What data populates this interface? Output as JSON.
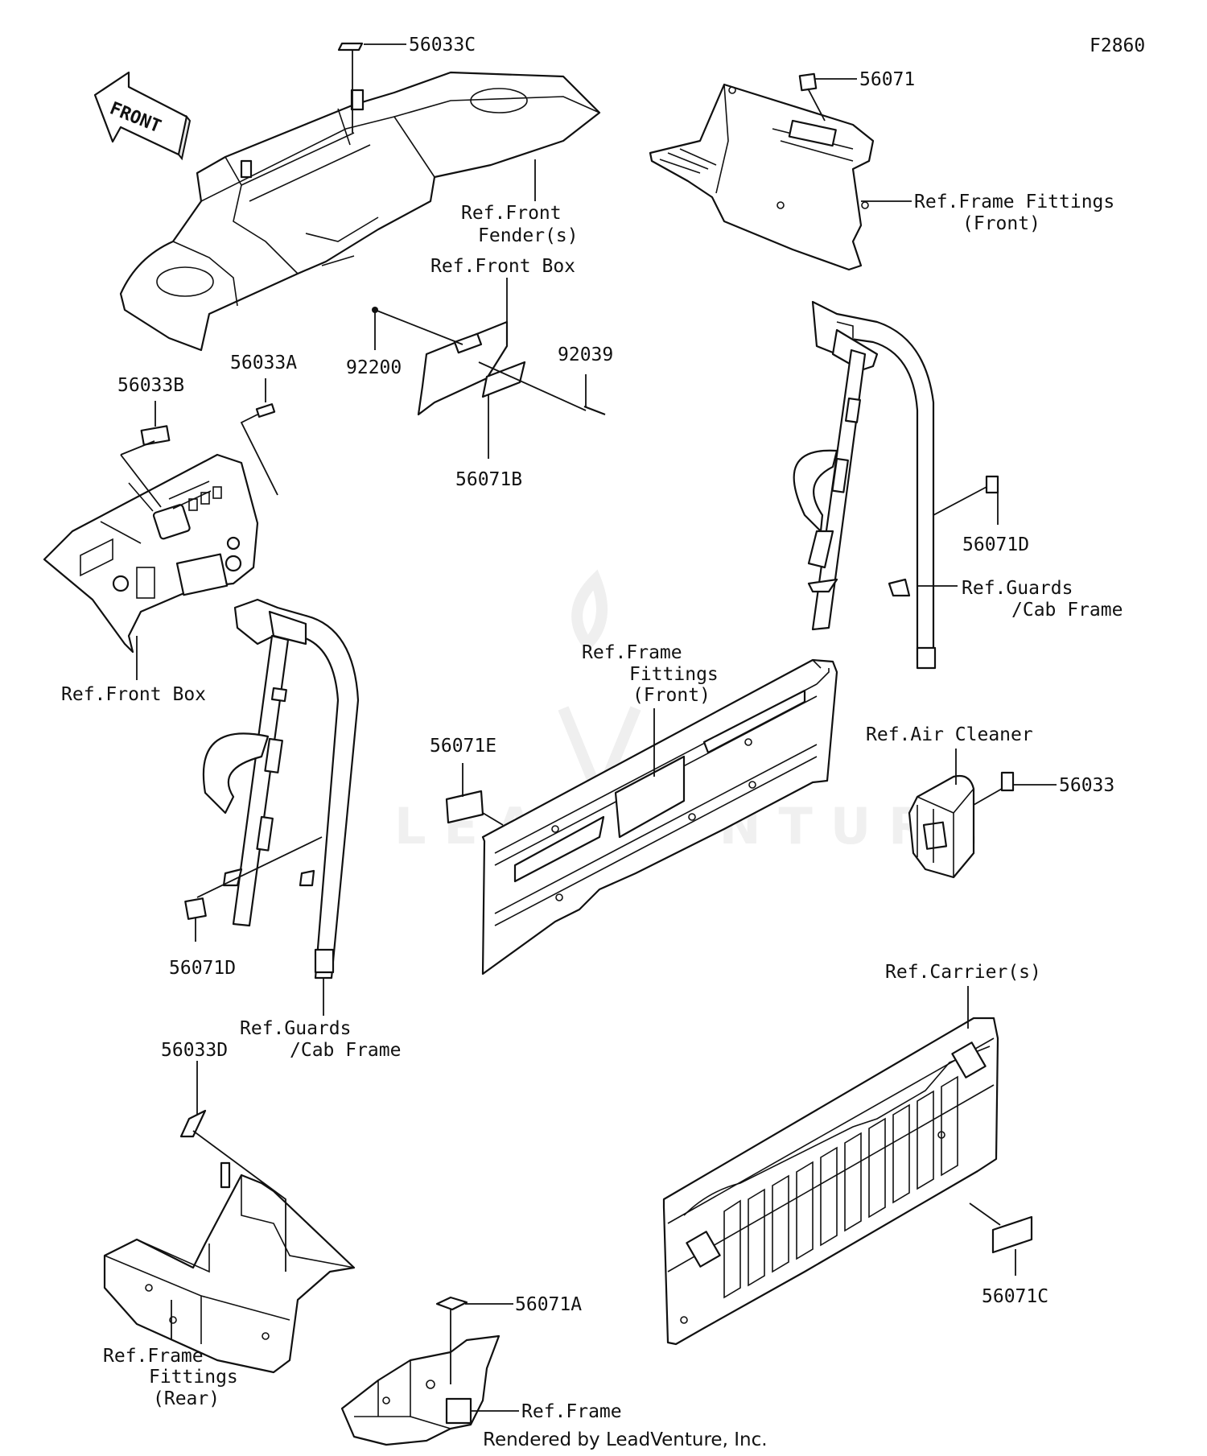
{
  "diagram_id": "F2860",
  "footer": "Rendered by LeadVenture, Inc.",
  "watermark": "LEADVENTURE",
  "front_arrow": "FRONT",
  "colors": {
    "ink": "#111111",
    "background": "#ffffff",
    "watermark": "#f0f0f0"
  },
  "labels": {
    "p56033C": "56033C",
    "p56071": "56071",
    "ref_front_fender_1": "Ref.Front",
    "ref_front_fender_2": "Fender(s)",
    "ref_frame_fittings_front_a1": "Ref.Frame Fittings",
    "ref_frame_fittings_front_a2": "(Front)",
    "ref_front_box_a": "Ref.Front Box",
    "p92200": "92200",
    "p92039": "92039",
    "p56071B": "56071B",
    "p56033B": "56033B",
    "p56033A": "56033A",
    "ref_front_box_b": "Ref.Front Box",
    "p56071D_right": "56071D",
    "ref_guards_cab_right_1": "Ref.Guards",
    "ref_guards_cab_right_2": "/Cab Frame",
    "ref_frame_fittings_front_b1": "Ref.Frame",
    "ref_frame_fittings_front_b2": "Fittings",
    "ref_frame_fittings_front_b3": "(Front)",
    "p56071E": "56071E",
    "ref_air_cleaner": "Ref.Air Cleaner",
    "p56033": "56033",
    "p56071D_left": "56071D",
    "ref_guards_cab_left_1": "Ref.Guards",
    "ref_guards_cab_left_2": "/Cab Frame",
    "ref_carriers": "Ref.Carrier(s)",
    "p56033D": "56033D",
    "p56071C": "56071C",
    "p56071A": "56071A",
    "ref_frame_fittings_rear_1": "Ref.Frame",
    "ref_frame_fittings_rear_2": "Fittings",
    "ref_frame_fittings_rear_3": "(Rear)",
    "ref_frame": "Ref.Frame"
  }
}
